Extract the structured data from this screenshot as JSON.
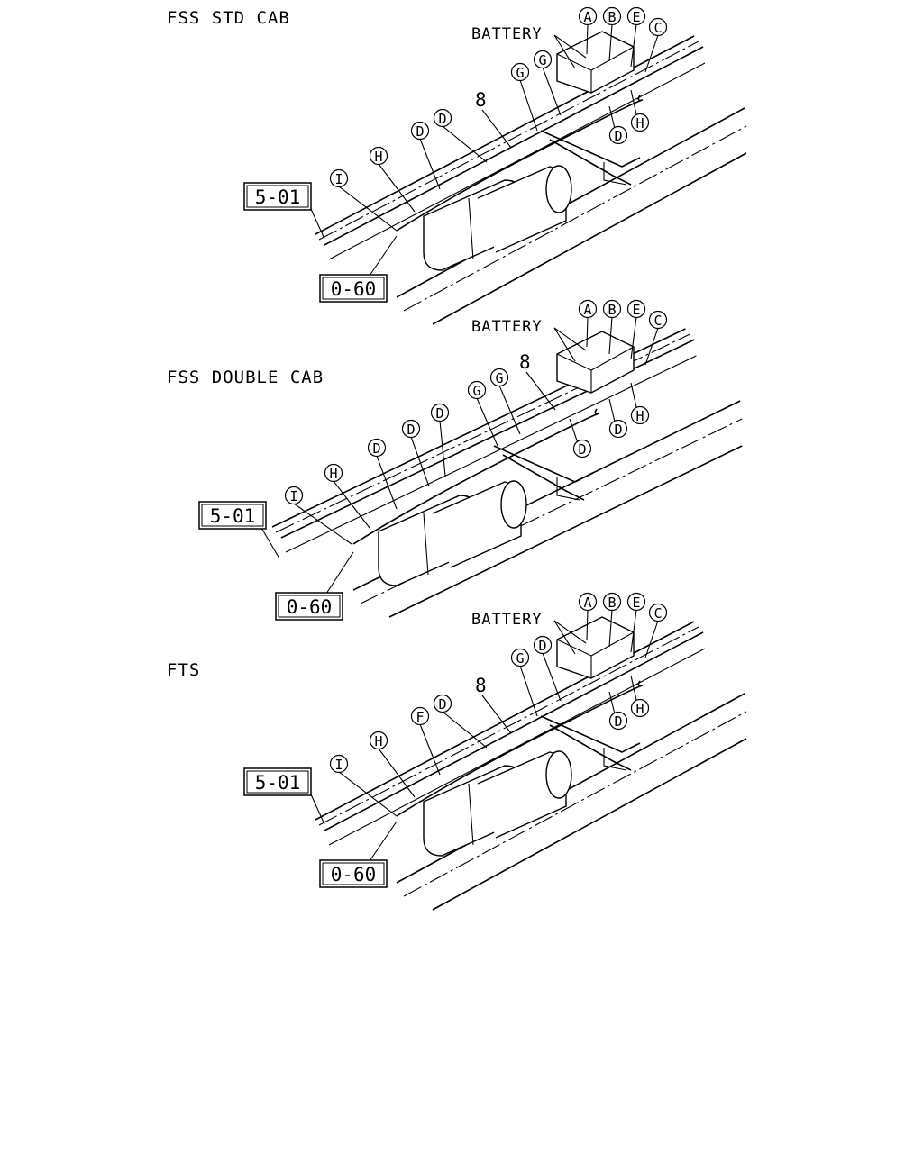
{
  "panels": [
    {
      "title": "FSS STD CAB",
      "battery_label": "BATTERY",
      "part_number": "8",
      "ref_frame": "5-01",
      "ref_ground": "0-60",
      "callouts": [
        "A",
        "B",
        "E",
        "C",
        "G",
        "G",
        "D",
        "D",
        "D",
        "H",
        "H",
        "I"
      ]
    },
    {
      "title": "FSS DOUBLE CAB",
      "battery_label": "BATTERY",
      "part_number": "8",
      "ref_frame": "5-01",
      "ref_ground": "0-60",
      "callouts": [
        "A",
        "B",
        "E",
        "C",
        "G",
        "G",
        "D",
        "D",
        "D",
        "D",
        "D",
        "H",
        "H",
        "I"
      ]
    },
    {
      "title": "FTS",
      "battery_label": "BATTERY",
      "part_number": "8",
      "ref_frame": "5-01",
      "ref_ground": "0-60",
      "callouts": [
        "A",
        "B",
        "E",
        "C",
        "G",
        "D",
        "D",
        "F",
        "D",
        "H",
        "H",
        "I"
      ]
    }
  ]
}
